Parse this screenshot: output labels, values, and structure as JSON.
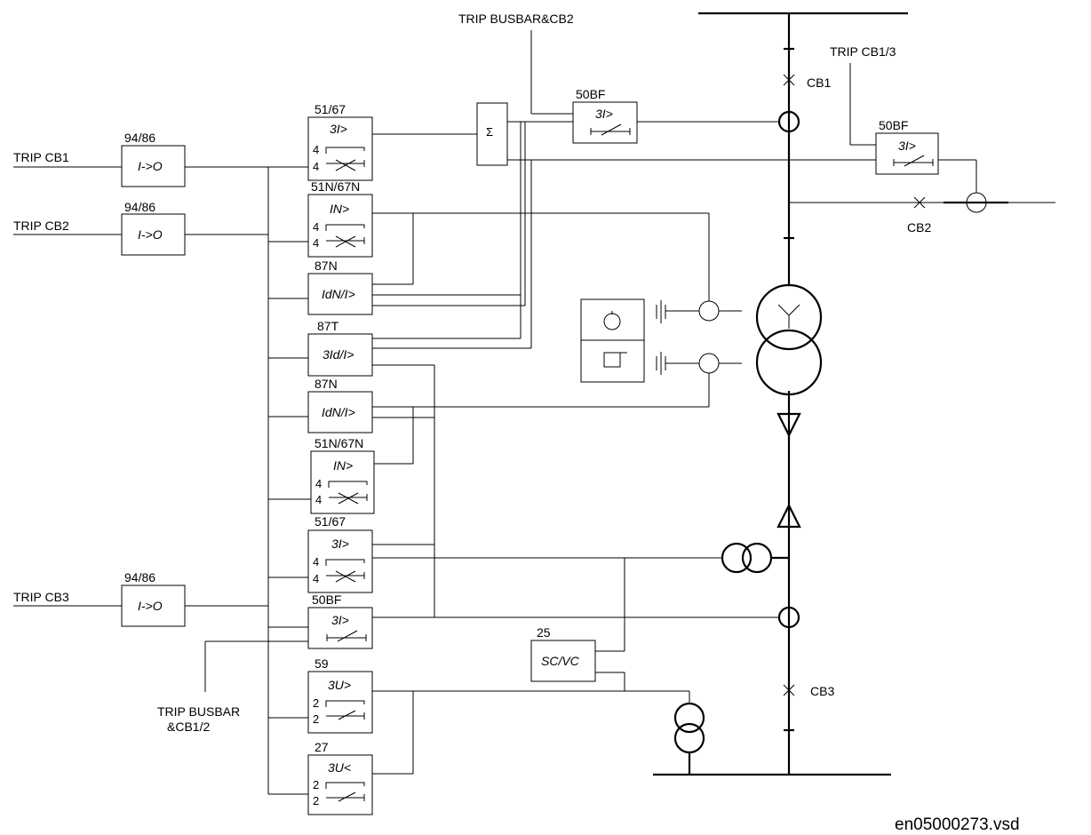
{
  "trips": {
    "cb1": "TRIP CB1",
    "cb2": "TRIP CB2",
    "cb3": "TRIP CB3",
    "busbar_cb2": "TRIP BUSBAR&CB2",
    "cb1_3": "TRIP CB1/3",
    "busbar_cb12_line1": "TRIP BUSBAR",
    "busbar_cb12_line2": "&CB1/2"
  },
  "breakers": {
    "cb1": "CB1",
    "cb2": "CB2",
    "cb3": "CB3"
  },
  "lockout": {
    "code": "94/86",
    "function": "I->O"
  },
  "blocks": {
    "b5167_top": {
      "code": "51/67",
      "function": "3I>",
      "stage_a": "4",
      "stage_b": "4"
    },
    "b51n_top": {
      "code": "51N/67N",
      "function": "IN>",
      "stage_a": "4",
      "stage_b": "4"
    },
    "b87n_top": {
      "code": "87N",
      "function": "IdN/I>"
    },
    "b87t": {
      "code": "87T",
      "function": "3Id/I>"
    },
    "b87n_bot": {
      "code": "87N",
      "function": "IdN/I>"
    },
    "b51n_bot": {
      "code": "51N/67N",
      "function": "IN>",
      "stage_a": "4",
      "stage_b": "4"
    },
    "b5167_bot": {
      "code": "51/67",
      "function": "3I>",
      "stage_a": "4",
      "stage_b": "4"
    },
    "b50bf_bot": {
      "code": "50BF",
      "function": "3I>"
    },
    "b59": {
      "code": "59",
      "function": "3U>",
      "stage_a": "2",
      "stage_b": "2"
    },
    "b27": {
      "code": "27",
      "function": "3U<",
      "stage_a": "2",
      "stage_b": "2"
    },
    "b50bf_top": {
      "code": "50BF",
      "function": "3I>"
    },
    "b50bf_right": {
      "code": "50BF",
      "function": "3I>"
    },
    "b25": {
      "code": "25",
      "function": "SC/VC"
    },
    "sum": {
      "symbol": "Σ"
    }
  },
  "filename": "en05000273.vsd"
}
